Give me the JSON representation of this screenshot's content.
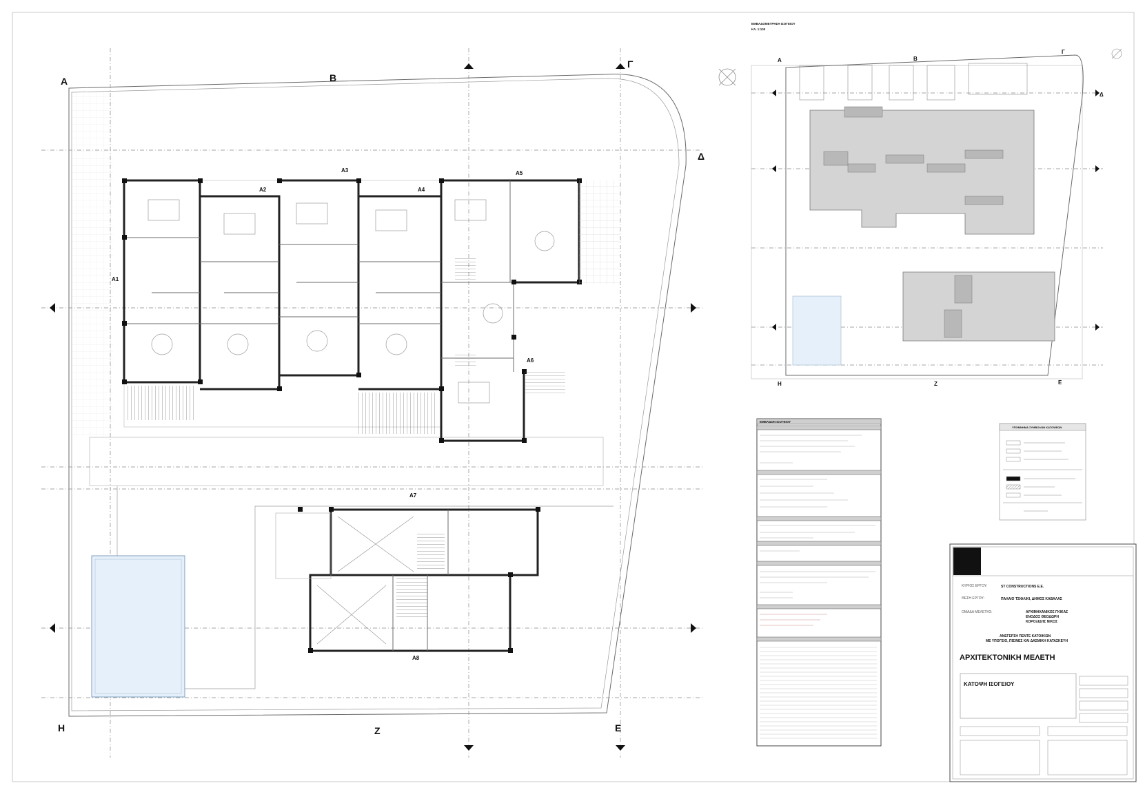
{
  "sheet": {
    "grid_labels": {
      "main_top": [
        "Α",
        "Β",
        "Γ"
      ],
      "main_right": [
        "Δ"
      ],
      "main_bottom": [
        "Η",
        "Ζ",
        "Ε"
      ],
      "key_top": [
        "Α",
        "Β",
        "Γ"
      ],
      "key_bottom": [
        "Η",
        "Ζ",
        "Ε"
      ],
      "key_right": [
        "Δ"
      ]
    },
    "openings": [
      "Α1",
      "Α2",
      "Α3",
      "Α4",
      "Α5",
      "Α6",
      "Α7",
      "Α8"
    ],
    "key_plan_title_line1": "ΕΜΒΑΔΟΜΕΤΡΗΣΗ ΙΣΟΓΕΙΟΥ",
    "key_plan_title_line2": "ΚΛ. 1:100",
    "legend_title": "ΥΠΟΜΝΗΜΑ ΣΥΜΒΟΛΩΝ ΚΑΤΟΨΕΩΝ",
    "schedule_title": "ΕΜΒΑΔΟΝ ΙΣΟΓΕΙΟΥ",
    "title_block": {
      "main_title": "ΑΡΧΙΤΕΚΤΟΝΙΚΗ ΜΕΛΕΤΗ",
      "drawing_name": "ΚΑΤΟΨΗ ΙΣΟΓΕΙΟΥ",
      "project_lines": [
        "ΑΝΕΓΕΡΣΗ ΠΕΝΤΕ ΚΑΤΟΙΚΙΩΝ",
        "ΜΕ ΥΠΟΓΕΙΟ, ΠΙΣΙΝΕΣ ΚΑΙ ΔΑΣΜΙΚΗ ΚΑΤΑΣΚΕΥΗ"
      ],
      "owner_line": "ST CONSTRUCTIONS E.E.",
      "location_line": "ΠΑΛΑΙΟ ΤΣΙΦΛΙΚΙ, ΔΗΜΟΣ ΚΑΒΑΛΑΣ",
      "designer_lines": [
        "ΑΡΧΙΜΗΧΑΝΙΚΟΣ ΓΚΙΚΑΣ",
        "ΕΝΟΔΟΣ ΘΕΟΔΩΡΗ",
        "ΚΟΡΟΞΙΔΗΣ ΝΙΚΟΣ"
      ]
    }
  }
}
